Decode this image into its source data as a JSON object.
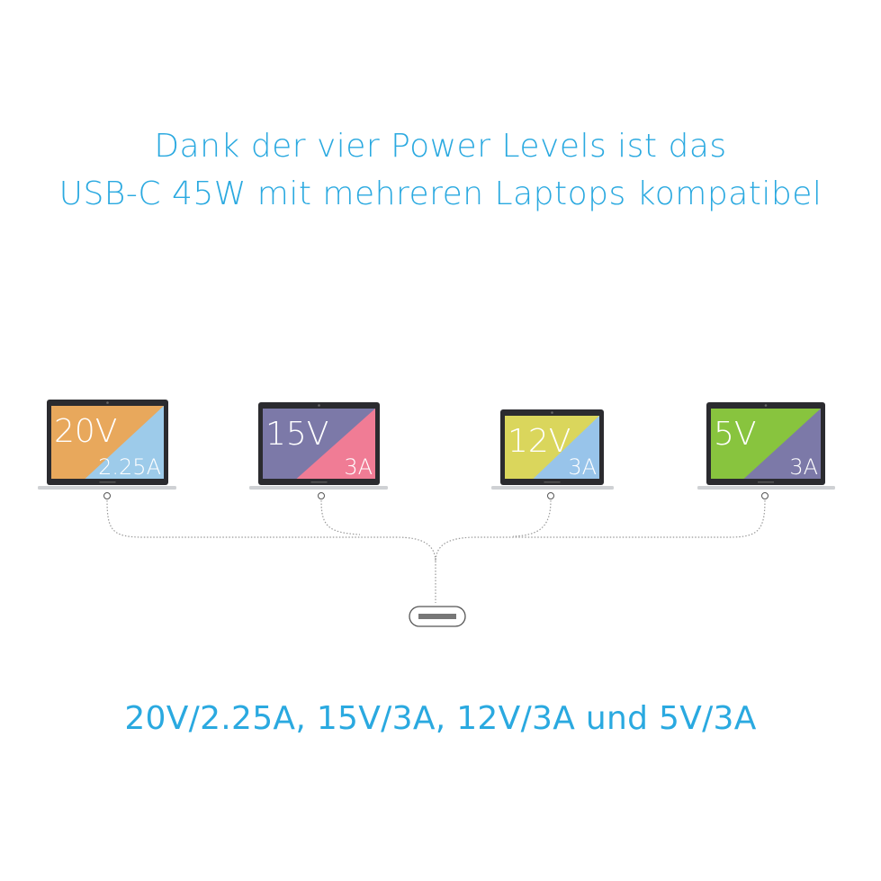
{
  "headline": {
    "line1": "Dank der vier Power Levels ist das",
    "line2": "USB-C 45W mit mehreren Laptops kompatibel"
  },
  "laptops": [
    {
      "voltage": "20V",
      "current": "2.25A",
      "color_top": "#E8A85C",
      "color_bottom": "#9DCBEA"
    },
    {
      "voltage": "15V",
      "current": "3A",
      "color_top": "#7C79A8",
      "color_bottom": "#F07C95"
    },
    {
      "voltage": "12V",
      "current": "3A",
      "color_top": "#DAD65C",
      "color_bottom": "#98C4EA"
    },
    {
      "voltage": "5V",
      "current": "3A",
      "color_top": "#88C43E",
      "color_bottom": "#7C79A8"
    }
  ],
  "connector": {
    "icon": "usb-c-port-icon"
  },
  "footer": "20V/2.25A, 15V/3A, 12V/3A und 5V/3A",
  "accent_color": "#2AA9E0"
}
